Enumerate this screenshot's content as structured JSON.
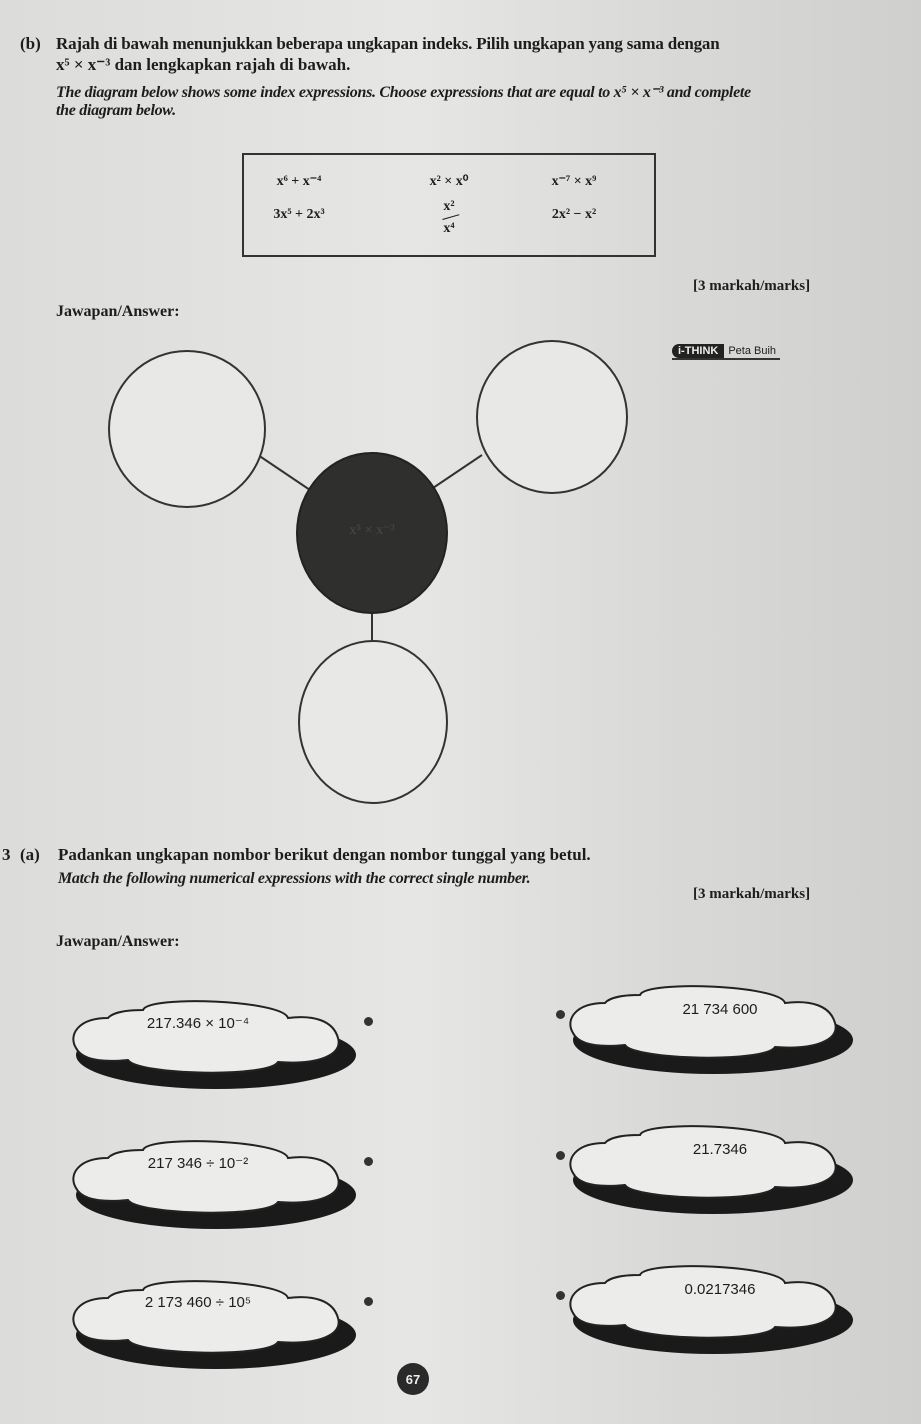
{
  "q_b": {
    "label": "(b)",
    "malay_line1": "Rajah di bawah menunjukkan beberapa ungkapan indeks. Pilih ungkapan yang sama dengan",
    "malay_line2": "x⁵ × x⁻³ dan lengkapkan rajah di bawah.",
    "english_line1": "The diagram below shows some index expressions. Choose expressions that are equal to x⁵ × x⁻³ and complete",
    "english_line2": "the diagram below.",
    "expressions": [
      "x⁶ + x⁻⁴",
      "x² × x⁰",
      "x⁻⁷ × x⁹",
      "3x⁵ + 2x³",
      "x² / x⁴",
      "2x² − x²"
    ],
    "fraction": {
      "numerator": "x²",
      "denominator": "x⁴"
    },
    "marks": "[3 markah/marks]",
    "answer_label": "Jawapan/Answer:",
    "center_text": "x⁵ × x⁻³",
    "ithink_logo": "i-THINK",
    "ithink_map": "Peta Buih"
  },
  "q3": {
    "number": "3",
    "label": "(a)",
    "malay": "Padankan ungkapan nombor berikut dengan nombor tunggal yang betul.",
    "english": "Match the following numerical expressions with the correct single number.",
    "marks": "[3 markah/marks]",
    "answer_label": "Jawapan/Answer:",
    "left": [
      "217.346 × 10⁻⁴",
      "217 346 ÷ 10⁻²",
      "2 173 460 ÷ 10⁵"
    ],
    "right": [
      "21 734 600",
      "21.7346",
      "0.0217346"
    ]
  },
  "page_number": "67"
}
